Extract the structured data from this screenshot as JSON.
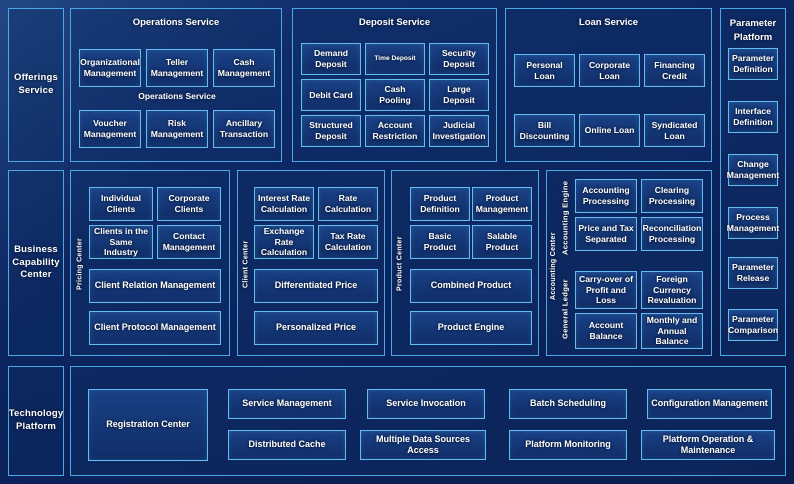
{
  "rows": {
    "offerings": {
      "label": "Offerings\nService"
    },
    "business": {
      "label": "Business\nCapability\nCenter"
    },
    "technology": {
      "label": "Technology\nPlatform"
    }
  },
  "offerings_service": {
    "operations": {
      "title": "Operations Service",
      "subtitle": "Operations Service",
      "tiles": [
        "Organizational Management",
        "Teller Management",
        "Cash Management",
        "Voucher Management",
        "Risk Management",
        "Ancillary Transaction"
      ]
    },
    "deposit": {
      "title": "Deposit Service",
      "tiles": [
        "Demand Deposit",
        "Time Deposit",
        "Security Deposit",
        "Debit Card",
        "Cash Pooling",
        "Large Deposit",
        "Structured Deposit",
        "Account Restriction",
        "Judicial Investigation"
      ]
    },
    "loan": {
      "title": "Loan Service",
      "tiles": [
        "Personal Loan",
        "Corporate Loan",
        "Financing Credit",
        "Bill Discounting",
        "Online Loan",
        "Syndicated Loan"
      ]
    }
  },
  "parameter_platform": {
    "title": "Parameter\nPlatform",
    "tiles": [
      "Parameter Definition",
      "Interface Definition",
      "Change Management",
      "Process Management",
      "Parameter Release",
      "Parameter Comparison"
    ]
  },
  "business_capability": {
    "client_group": {
      "rail": "Pricing Center",
      "tiles": [
        "Individual Clients",
        "Corporate Clients",
        "Clients in the Same Industry",
        "Contact Management",
        "Client Relation Management",
        "Client Protocol Management"
      ]
    },
    "pricing_group": {
      "rail": "Client Center",
      "tiles": [
        "Interest Rate Calculation",
        "Rate Calculation",
        "Exchange Rate Calculation",
        "Tax Rate Calculation",
        "Differentiated Price",
        "Personalized Price"
      ]
    },
    "product_group": {
      "rail": "Product Center",
      "tiles": [
        "Product Definition",
        "Product Management",
        "Basic Product",
        "Salable Product",
        "Combined Product",
        "Product Engine"
      ]
    },
    "accounting_group": {
      "rail": "Accounting Center",
      "engine_rail": "Accounting Engine",
      "ledger_rail": "General Ledger",
      "engine_tiles": [
        "Accounting Processing",
        "Clearing Processing",
        "Price and Tax Separated",
        "Reconciliation Processing"
      ],
      "ledger_tiles": [
        "Carry-over of Profit and Loss",
        "Foreign Currency Revaluation",
        "Account Balance",
        "Monthly and Annual Balance"
      ]
    }
  },
  "technology_platform": {
    "registration": "Registration Center",
    "tiles": [
      "Service Management",
      "Service Invocation",
      "Batch Scheduling",
      "Configuration Management",
      "Distributed Cache",
      "Multiple Data Sources Access",
      "Platform Monitoring",
      "Platform Operation & Maintenance"
    ]
  },
  "colors": {
    "background": "#0a1f52",
    "border": "#4aa8e8",
    "tile_border": "#62bdf0",
    "text": "#ffffff"
  }
}
